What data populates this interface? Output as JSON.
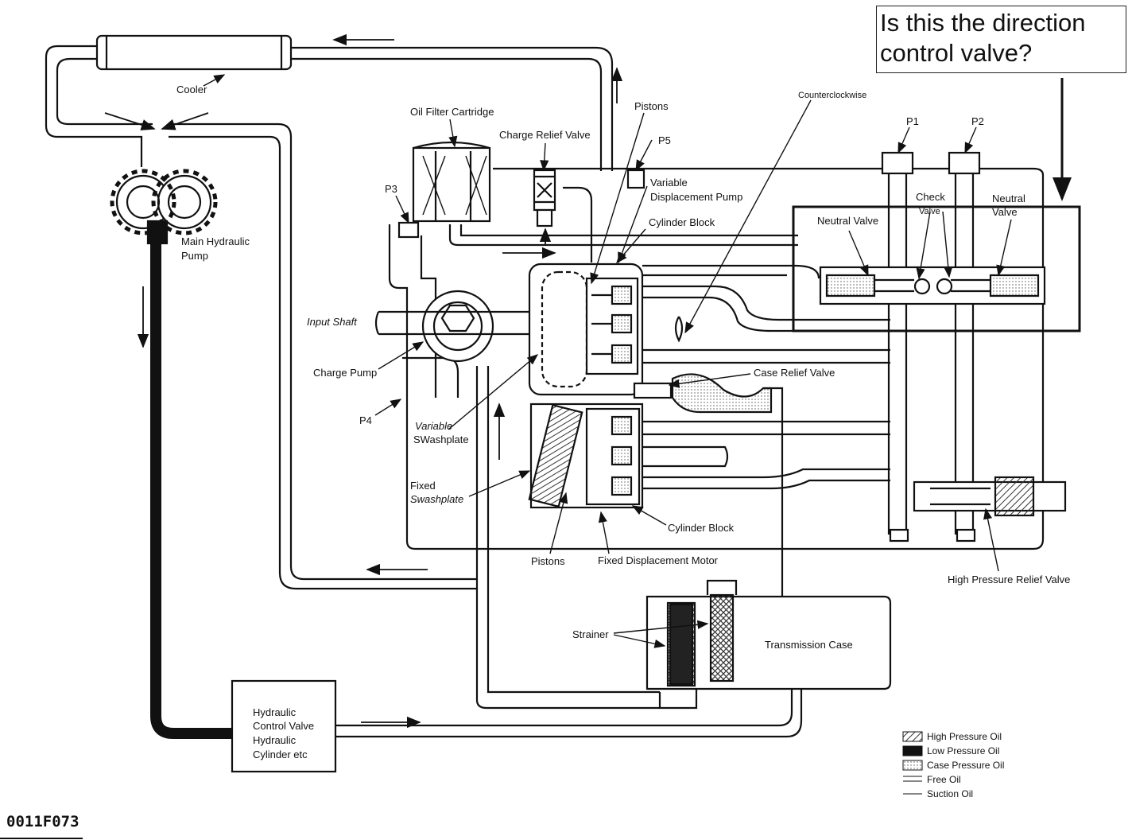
{
  "question_box": {
    "line1": "Is this the direction",
    "line2": "control valve?"
  },
  "figure_id": "0011F073",
  "labels": {
    "cooler": "Cooler",
    "oil_filter": "Oil Filter Cartridge",
    "charge_relief": "Charge Relief Valve",
    "pistons_top": "Pistons",
    "p5": "P5",
    "counterclockwise": "Counterclockwise",
    "p1": "P1",
    "p2": "P2",
    "p3": "P3",
    "check_valve_1": "Check",
    "check_valve_2": "Valve",
    "neutral_valve_right_1": "Neutral",
    "neutral_valve_right_2": "Valve",
    "neutral_valve_left": "Neutral Valve",
    "var_disp_pump_1": "Variable",
    "var_disp_pump_2": "Displacement Pump",
    "cylinder_block_top": "Cylinder Block",
    "main_pump_1": "Main Hydraulic",
    "main_pump_2": "Pump",
    "input_shaft": "Input Shaft",
    "charge_pump": "Charge Pump",
    "case_relief": "Case Relief Valve",
    "p4": "P4",
    "var_swash_1": "Variable",
    "var_swash_2": "SWashplate",
    "fixed_swash_1": "Fixed",
    "fixed_swash_2": "Swashplate",
    "cylinder_block_bottom": "Cylinder Block",
    "pistons_bottom": "Pistons",
    "fixed_disp_motor": "Fixed Displacement Motor",
    "high_pressure_relief": "High Pressure Relief Valve",
    "strainer": "Strainer",
    "transmission_case": "Transmission Case",
    "hyd_control_1": "Hydraulic",
    "hyd_control_2": "Control Valve",
    "hyd_control_3": "Hydraulic",
    "hyd_control_4": "Cylinder etc"
  },
  "legend": [
    {
      "label": "High Pressure Oil",
      "fill": "hatch"
    },
    {
      "label": "Low Pressure Oil",
      "fill": "#111111"
    },
    {
      "label": "Case Pressure Oil",
      "fill": "dots"
    },
    {
      "label": "Free Oil",
      "fill": "lines"
    },
    {
      "label": "Suction Oil",
      "fill": "line"
    }
  ]
}
